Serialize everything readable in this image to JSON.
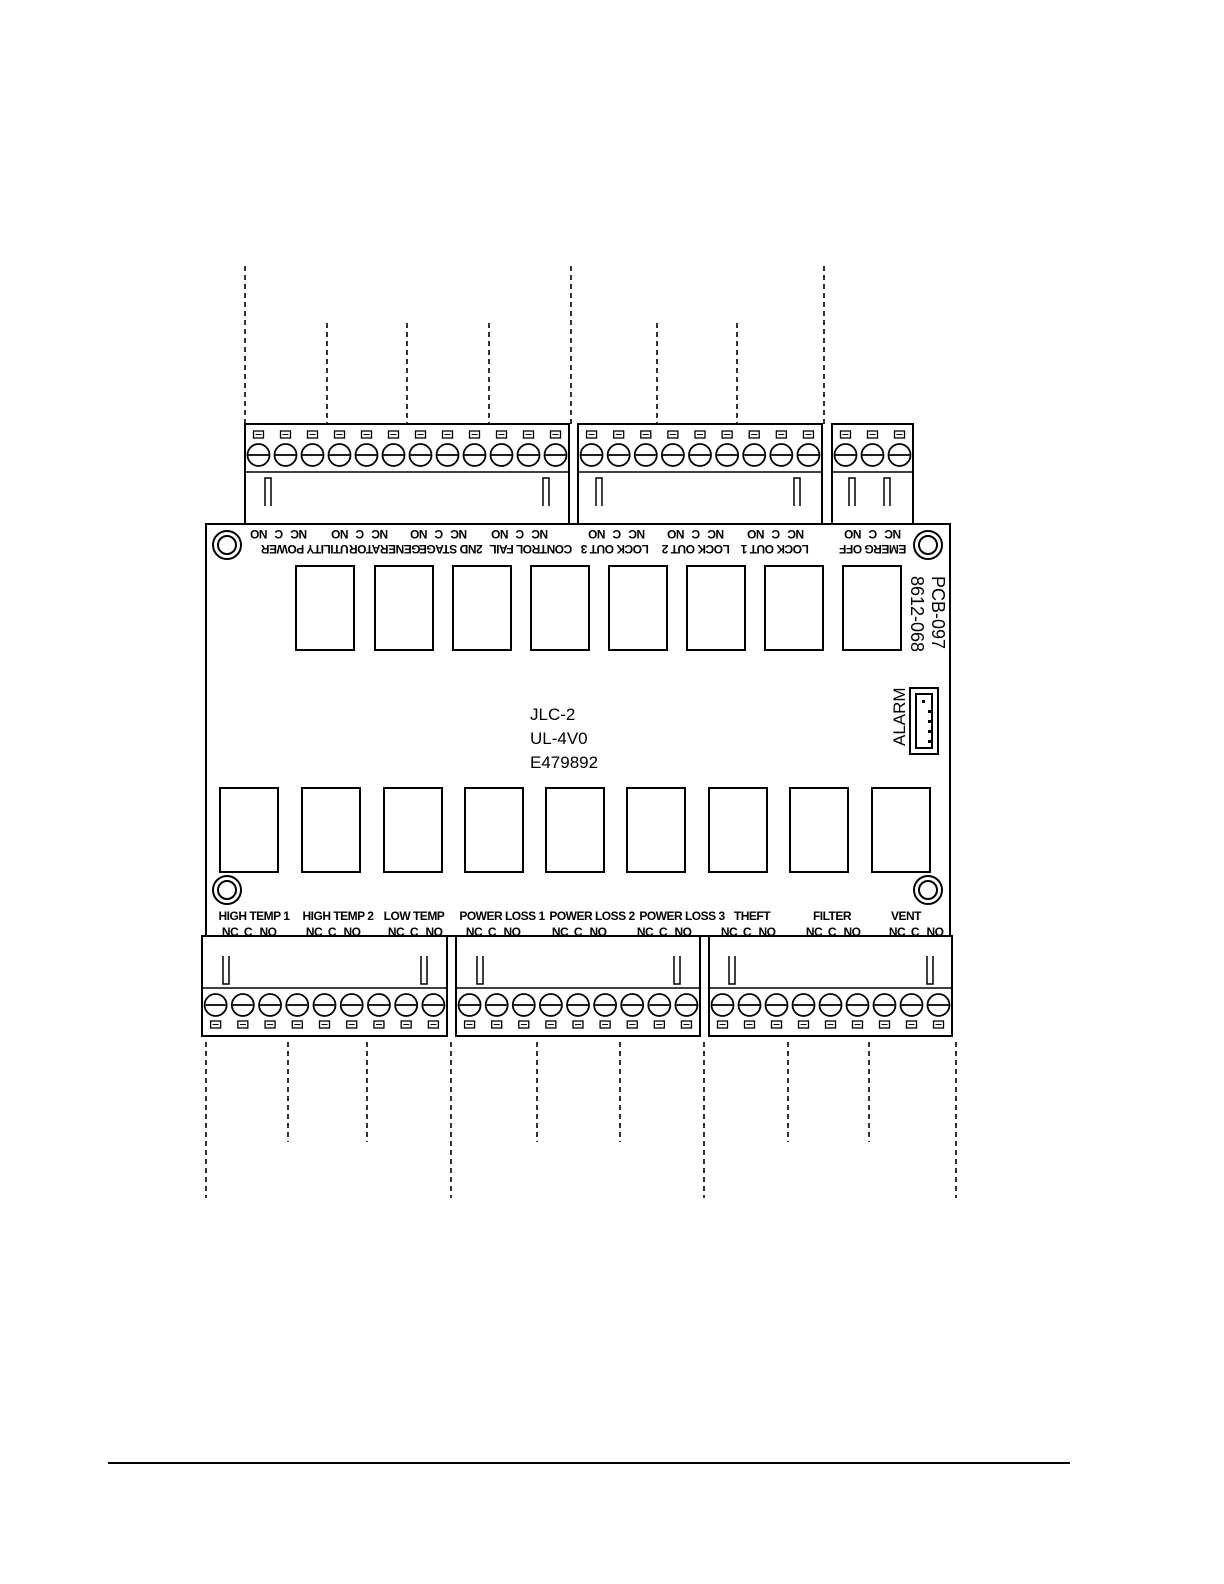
{
  "board": {
    "model": "JLC-2",
    "rating": "UL-4V0",
    "file_no": "E479892",
    "pcb_id": "PCB-097",
    "part_no": "8612-068",
    "alarm_label": "ALARM"
  },
  "top_labels": {
    "group1": {
      "names": [
        "UTILITY POWER",
        "GENERATOR",
        "2ND STAGE",
        "CONTROL FAIL"
      ],
      "nc": "NC",
      "c": "C",
      "no": "NO"
    },
    "group2": {
      "names": [
        "LOCK OUT 3",
        "LOCK OUT 2",
        "LOCK OUT 1"
      ],
      "nc": "NC",
      "c": "C",
      "no": "NO"
    },
    "group3": {
      "names": [
        "EMERG OFF"
      ],
      "nc": "NC",
      "c": "C",
      "no": "NO"
    }
  },
  "bottom_labels": {
    "names": [
      "HIGH TEMP 1",
      "HIGH TEMP 2",
      "LOW TEMP",
      "POWER LOSS 1",
      "POWER LOSS 2",
      "POWER LOSS 3",
      "THEFT",
      "FILTER",
      "VENT"
    ],
    "nc": "NC",
    "c": "C",
    "no": "NO"
  }
}
